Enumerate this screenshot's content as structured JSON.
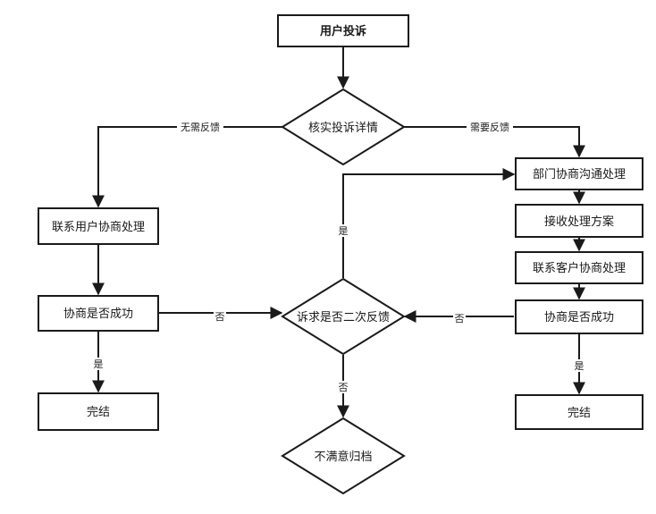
{
  "nodes": {
    "start": "用户投诉",
    "verify": "核实投诉详情",
    "contact_user": "联系用户协商处理",
    "negotiate_success_left": "协商是否成功",
    "done_left": "完结",
    "second_feedback": "诉求是否二次反馈",
    "dissatisfied_archive": "不满意归档",
    "dept_negotiate": "部门协商沟通处理",
    "receive_plan": "接收处理方案",
    "contact_customer": "联系客户协商处理",
    "negotiate_success_right": "协商是否成功",
    "done_right": "完结"
  },
  "edge_labels": {
    "no_feedback": "无需反馈",
    "need_feedback": "需要反馈",
    "yes_left": "是",
    "no_left": "否",
    "yes_up": "是",
    "no_down": "否",
    "no_right": "否",
    "yes_right": "是"
  }
}
